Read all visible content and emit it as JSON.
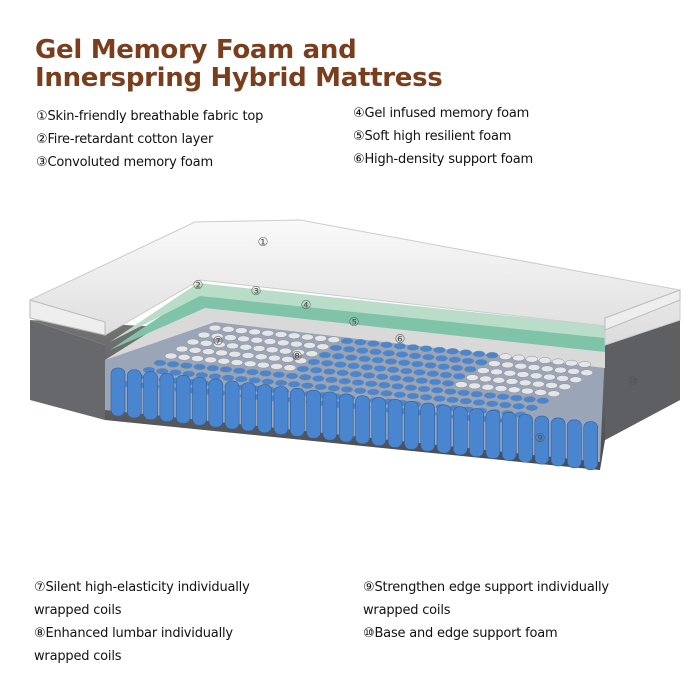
{
  "title": {
    "line1": "Gel Memory Foam and",
    "line2": "Innerspring Hybrid Mattress"
  },
  "layers_top_left": [
    "①Skin-friendly breathable fabric top",
    "②Fire-retardant cotton layer",
    "③Convoluted memory foam"
  ],
  "layers_top_right": [
    "④Gel infused memory foam",
    "⑤Soft high resilient foam",
    "⑥High-density support foam"
  ],
  "layers_bottom_left": [
    "⑦Silent high-elasticity individually",
    "wrapped coils",
    "⑧Enhanced lumbar individually",
    "wrapped coils"
  ],
  "layers_bottom_right": [
    "⑨Strengthen edge support individually",
    "wrapped coils",
    "⑩Base and edge support foam"
  ],
  "callouts": [
    "①",
    "②",
    "③",
    "④",
    "⑤",
    "⑥",
    "⑦",
    "⑧",
    "⑨",
    "⑩"
  ],
  "colors": {
    "title": "#7a3e1d",
    "coil_blue": "#4a86d0",
    "coil_white": "#e6e6e6",
    "foam_green": "#7fc3a8",
    "side_grey": "#5d5f63"
  }
}
